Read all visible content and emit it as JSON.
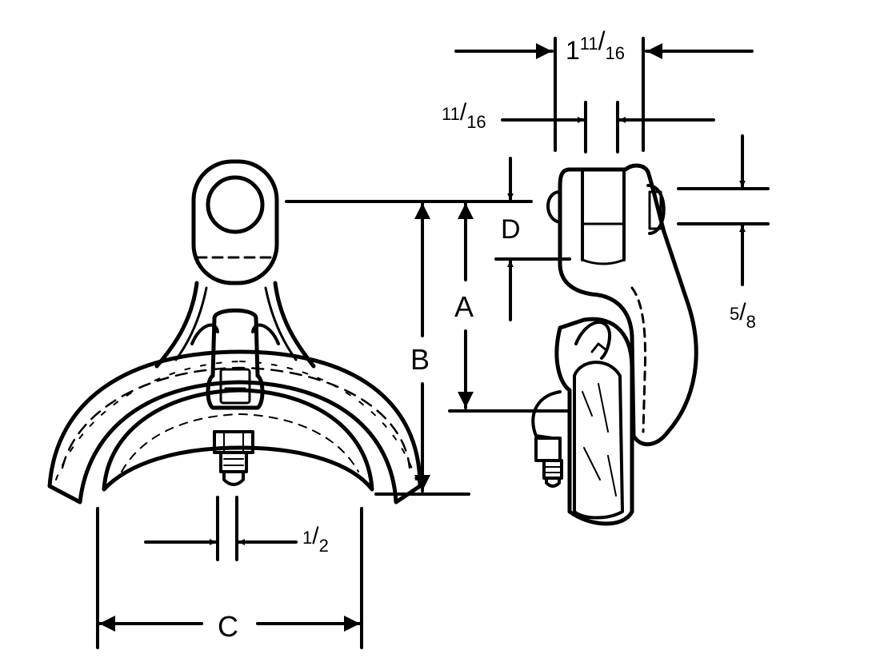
{
  "dimensions": {
    "overall_width": {
      "whole": "1",
      "num": "11",
      "den": "16"
    },
    "slot_width": {
      "num": "11",
      "den": "16"
    },
    "pin_diameter": {
      "num": "5",
      "den": "8"
    },
    "bolt_size": {
      "num": "1",
      "den": "2"
    },
    "labels": {
      "a": "A",
      "b": "B",
      "c": "C",
      "d": "D"
    }
  }
}
